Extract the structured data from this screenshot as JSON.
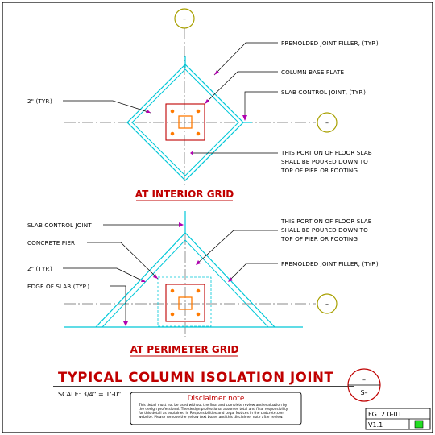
{
  "sheet": {
    "main_title": "TYPICAL COLUMN ISOLATION JOINT",
    "scale": "SCALE:  3/4\" = 1'-0\"",
    "section_top": "–",
    "section_bottom": "S–",
    "sheet_number": "FG12.0-01",
    "version": "V1.1"
  },
  "interior": {
    "title": "AT INTERIOR GRID",
    "grid_top": "–",
    "grid_right": "–",
    "labels": {
      "premolded_filler": "PREMOLDED JOINT FILLER, (TYP.)",
      "base_plate": "COLUMN BASE PLATE",
      "slab_control": "SLAB CONTROL JOINT, (TYP.)",
      "typ_dim": "2\" (TYP.)",
      "floor_slab_1": "THIS PORTION OF FLOOR SLAB",
      "floor_slab_2": "SHALL BE POURED DOWN TO",
      "floor_slab_3": "TOP OF PIER OR FOOTING"
    }
  },
  "perimeter": {
    "title": "AT PERIMETER GRID",
    "grid_right": "–",
    "labels": {
      "slab_control": "SLAB CONTROL JOINT",
      "concrete_pier": "CONCRETE PIER",
      "typ_dim": "2\" (TYP.)",
      "edge_of_slab": "EDGE OF SLAB (TYP.)",
      "floor_slab_1": "THIS PORTION OF FLOOR SLAB",
      "floor_slab_2": "SHALL BE POURED DOWN TO",
      "floor_slab_3": "TOP OF PIER OR FOOTING",
      "premolded_filler": "PREMOLDED JOINT FILLER, (TYP.)"
    }
  },
  "disclaimer": {
    "title": "Disclaimer note",
    "line1": "This detail must not be used without the final and complete review and evaluation by",
    "line2": "the design professional. The design professional assumes total and final responsibility",
    "line3": "for this detail as explained in Responsibilities and Legal Notices in the cadcrete.com",
    "line4": "website. Please remove the yellow text boxes and this disclaimer note after review."
  },
  "colors": {
    "cyan": "#00c8d8",
    "red": "#c00000",
    "orange": "#ff7a00",
    "olive": "#a8a000",
    "magenta": "#b000b0",
    "green_status": "#22dd22"
  }
}
